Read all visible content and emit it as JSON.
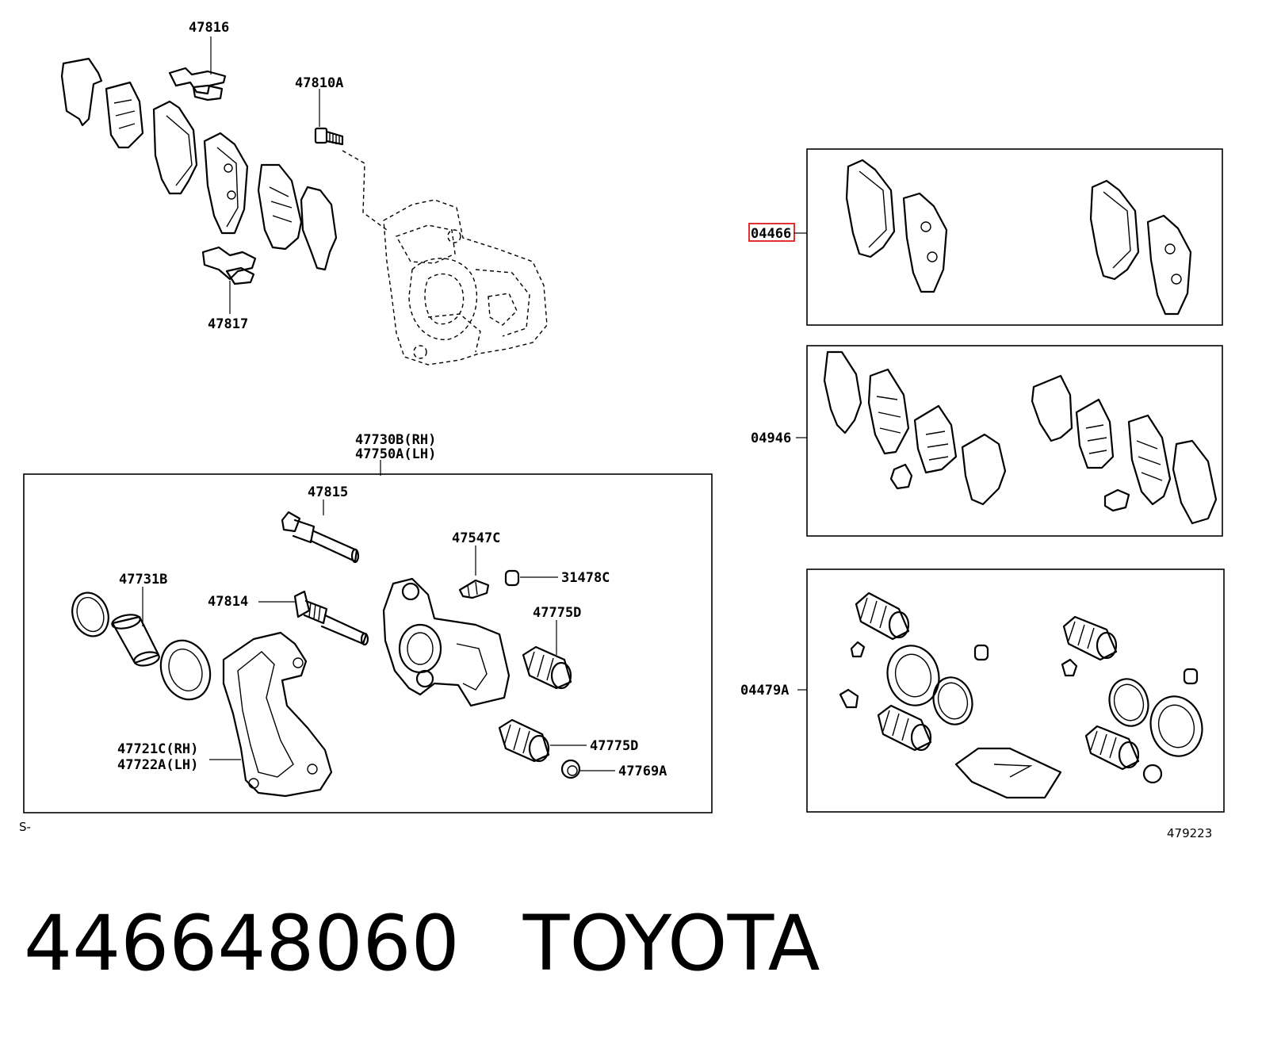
{
  "labels": {
    "p47816": "47816",
    "p47810A": "47810A",
    "p47817": "47817",
    "p47730B": "47730B(RH)",
    "p47750A": "47750A(LH)",
    "p47815": "47815",
    "p47547C": "47547C",
    "p31478C": "31478C",
    "p47731B": "47731B",
    "p47814": "47814",
    "p47775D_top": "47775D",
    "p47721C": "47721C(RH)",
    "p47722A": "47722A(LH)",
    "p47775D_bottom": "47775D",
    "p47769A": "47769A",
    "p04466": "04466",
    "p04946": "04946",
    "p04479A": "04479A"
  },
  "corner_left": "S-",
  "diagram_number": "479223",
  "footer": {
    "part_number": "446648060",
    "brand": "TOYOTA"
  },
  "colors": {
    "highlight": "#e0312f",
    "ink": "#000000"
  }
}
